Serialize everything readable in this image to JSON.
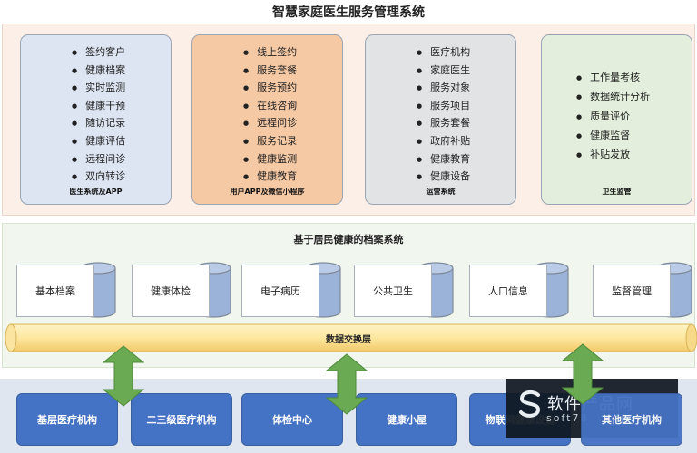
{
  "title": "智慧家庭医生服务管理系统",
  "top_cards": [
    {
      "label": "医生系统及APP",
      "items": [
        "签约客户",
        "健康档案",
        "实时监测",
        "健康干预",
        "随访记录",
        "健康评估",
        "远程问诊",
        "双向转诊"
      ]
    },
    {
      "label": "用户APP及微信小程序",
      "items": [
        "线上签约",
        "服务套餐",
        "服务预约",
        "在线咨询",
        "远程问诊",
        "服务记录",
        "健康监测",
        "健康教育"
      ]
    },
    {
      "label": "运营系统",
      "items": [
        "医疗机构",
        "家庭医生",
        "服务对象",
        "服务项目",
        "服务套餐",
        "政府补贴",
        "健康教育",
        "健康设备"
      ]
    },
    {
      "label": "卫生监管",
      "items": [
        "工作量考核",
        "数据统计分析",
        "质量评价",
        "健康监督",
        "补贴发放"
      ]
    }
  ],
  "archive": {
    "title": "基于居民健康的档案系统",
    "databases": [
      "基本档案",
      "健康体检",
      "电子病历",
      "公共卫生",
      "人口信息",
      "监督管理"
    ],
    "exchange_label": "数据交换层"
  },
  "institutions": [
    "基层医疗机构",
    "二三级医疗机构",
    "体检中心",
    "健康小屋",
    "物联网健康设备",
    "其他医疗机构"
  ],
  "watermark": {
    "brand": "软件产品网",
    "site": "soft78"
  },
  "colors": {
    "top_bg": "#fcefe8",
    "card_blue": "#dde5f2",
    "card_orange": "#f6c9a5",
    "card_gray": "#e2e3e5",
    "card_green": "#e3efdc",
    "mid_bg": "#f1f7ee",
    "exchange": "#fde7a0",
    "org_blue": "#4472c4",
    "arrow_green": "#6aaa52"
  }
}
